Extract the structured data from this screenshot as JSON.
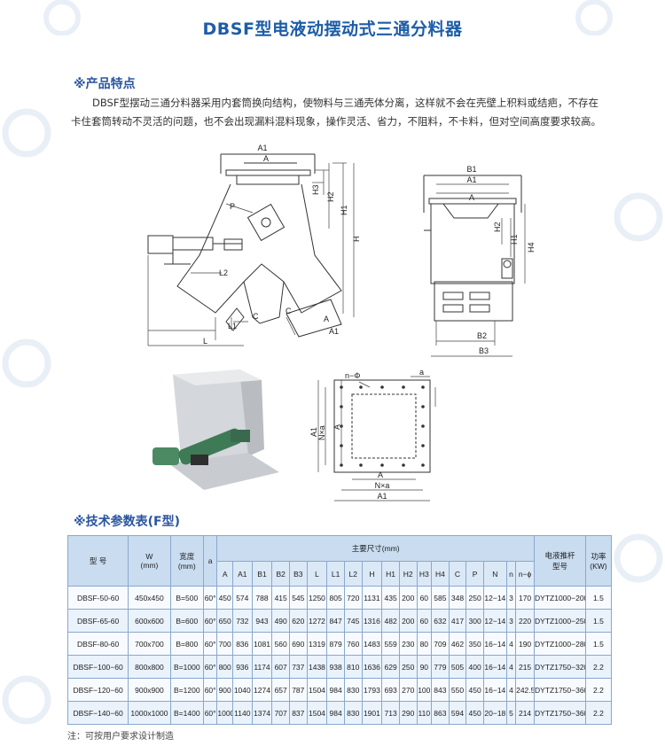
{
  "title": "DBSF型电液动摆动式三通分料器",
  "features": {
    "heading": "※产品特点",
    "text": "DBSF型摆动三通分料器采用内套筒换向结构，使物料与三通壳体分离，这样就不会在壳壁上积料或结疤，不存在卡住套筒转动不灵活的问题，也不会出现漏料混料现象，操作灵活、省力，不阻料，不卡料，但对空间高度要求较高。"
  },
  "drawing_front": {
    "labels": {
      "a1": "A1",
      "a": "A",
      "h3": "H3",
      "h2": "H2",
      "h1": "H1",
      "h": "H",
      "p": "P",
      "l2": "L2",
      "c_left": "C",
      "c_right": "C",
      "a_lower": "A",
      "a1_lower": "A1",
      "l1": "L1",
      "l": "L"
    }
  },
  "drawing_side": {
    "labels": {
      "b1": "B1",
      "a1": "A1",
      "a": "A",
      "h2": "H2",
      "h1": "H1",
      "h4": "H4",
      "b2": "B2",
      "b3": "B3"
    }
  },
  "drawing_flange": {
    "labels": {
      "n_phi": "n−Φ",
      "a_small": "a",
      "a1_side": "A1",
      "nxa_side": "N×a",
      "a_side": "A",
      "a_bottom": "A",
      "nxa_bottom": "N×a",
      "a1_bottom": "A1"
    }
  },
  "spec": {
    "heading": "※技术参数表(F型)",
    "headers": {
      "model": "型  号",
      "w": "W\n(mm)",
      "width": "宽度\n(mm)",
      "a": "a",
      "main_dims": "主要尺寸(mm)",
      "pusher": "电液推杆\n型号",
      "power": "功率\n(KW)",
      "dims": [
        "A",
        "A1",
        "B1",
        "B2",
        "B3",
        "L",
        "L1",
        "L2",
        "H",
        "H1",
        "H2",
        "H3",
        "H4",
        "C",
        "P",
        "N",
        "n",
        "n−ϕ"
      ]
    },
    "rows": [
      [
        "DBSF-50-60",
        "450x450",
        "B=500",
        "60°",
        "450",
        "574",
        "788",
        "415",
        "545",
        "1250",
        "805",
        "720",
        "1131",
        "435",
        "200",
        "60",
        "585",
        "348",
        "250",
        "12−14",
        "3",
        "170",
        "DYTZ1000−200",
        "1.5"
      ],
      [
        "DBSF-65-60",
        "600x600",
        "B=600",
        "60°",
        "650",
        "732",
        "943",
        "490",
        "620",
        "1272",
        "847",
        "745",
        "1316",
        "482",
        "200",
        "60",
        "632",
        "417",
        "300",
        "12−14",
        "3",
        "220",
        "DYTZ1000−250",
        "1.5"
      ],
      [
        "DBSF-80-60",
        "700x700",
        "B=800",
        "60°",
        "700",
        "836",
        "1081",
        "560",
        "690",
        "1319",
        "879",
        "760",
        "1483",
        "559",
        "230",
        "80",
        "709",
        "462",
        "350",
        "16−14",
        "4",
        "190",
        "DYTZ1000−280",
        "1.5"
      ],
      [
        "DBSF−100−60",
        "800x800",
        "B=1000",
        "60°",
        "800",
        "936",
        "1174",
        "607",
        "737",
        "1438",
        "938",
        "810",
        "1636",
        "629",
        "250",
        "90",
        "779",
        "505",
        "400",
        "16−14",
        "4",
        "215",
        "DYTZ1750−320",
        "2.2"
      ],
      [
        "DBSF−120−60",
        "900x900",
        "B=1200",
        "60°",
        "900",
        "1040",
        "1274",
        "657",
        "787",
        "1504",
        "984",
        "830",
        "1793",
        "693",
        "270",
        "100",
        "843",
        "550",
        "450",
        "16−14",
        "4",
        "242.5",
        "DYTZ1750−360",
        "2.2"
      ],
      [
        "DBSF−140−60",
        "1000x1000",
        "B=1400",
        "60°",
        "1000",
        "1140",
        "1374",
        "707",
        "837",
        "1504",
        "984",
        "830",
        "1901",
        "713",
        "290",
        "110",
        "863",
        "594",
        "450",
        "20−18",
        "5",
        "214",
        "DYTZ1750−360",
        "2.2"
      ]
    ]
  },
  "note": "注：可按用户要求设计制造",
  "colors": {
    "title": "#1d5da8",
    "heading": "#2a55a0",
    "table_border": "#8aa8cc",
    "header_bg": "#c9dcf0"
  }
}
